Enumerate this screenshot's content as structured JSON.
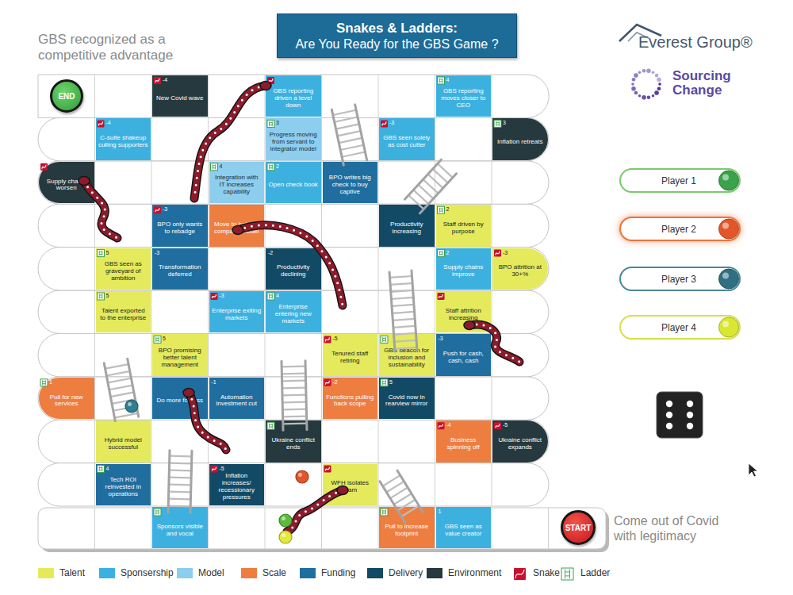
{
  "diagram": {
    "nodes": [
      {
        "text": [
          "Snakes & Ladders:",
          "Are You Ready for the GBS Game ?"
        ]
      },
      {
        "text": [
          "END"
        ]
      },
      {
        "text": [
          "-4",
          "New Covid wave"
        ]
      },
      {
        "text": [
          "GBS reporting driven a level down"
        ]
      },
      {
        "text": [
          "4",
          "GBS reporting moves closer to CEO"
        ]
      },
      {
        "text": [
          "-4",
          "C-suite shakeup culling supporters"
        ]
      },
      {
        "text": [
          "3",
          "Progress moving from servant to integrator model"
        ]
      },
      {
        "text": [
          "-3",
          "GBS seen solely as cost cutter"
        ]
      },
      {
        "text": [
          "3",
          "Inflation retreats"
        ]
      },
      {
        "text": [
          "Supply chains worsen"
        ]
      },
      {
        "text": [
          "4",
          "Integration with IT increases capability"
        ]
      },
      {
        "text": [
          "2",
          "Open check book"
        ]
      },
      {
        "text": [
          "BPO writes big check to buy captive"
        ]
      },
      {
        "text": [
          "-3",
          "BPO only wants to rebadge"
        ]
      },
      {
        "text": [
          "Move to holding company model"
        ]
      },
      {
        "text": [
          "Productivity increasing"
        ]
      },
      {
        "text": [
          "2",
          "Staff driven by purpose"
        ]
      },
      {
        "text": [
          "5",
          "GBS seen as graveyard of ambition"
        ]
      },
      {
        "text": [
          "-3",
          "Transformation deferred"
        ]
      },
      {
        "text": [
          "-2",
          "Productivity declining"
        ]
      },
      {
        "text": [
          "2",
          "Supply chains improve"
        ]
      },
      {
        "text": [
          "-3",
          "BPO attrition at 30+%"
        ]
      },
      {
        "text": [
          "5",
          "Talent exported to the enterprise"
        ]
      },
      {
        "text": [
          "-3",
          "Enterprise exiting markets"
        ]
      },
      {
        "text": [
          "4",
          "Enterprise entering new markets"
        ]
      },
      {
        "text": [
          "Staff attrition increasing"
        ]
      },
      {
        "text": [
          "5",
          "BPO promising better talent management"
        ]
      },
      {
        "text": [
          "-5",
          "Tenured staff retiring"
        ]
      },
      {
        "text": [
          "GBS beacon for inclusion and sustainability"
        ]
      },
      {
        "text": [
          "-3",
          "Push for cash, cash, cash"
        ]
      },
      {
        "text": [
          "1",
          "Pull for new services"
        ]
      },
      {
        "text": [
          "Do more for less"
        ]
      },
      {
        "text": [
          "-1",
          "Automation investment cut"
        ]
      },
      {
        "text": [
          "-2",
          "Functions pulling back scope"
        ]
      },
      {
        "text": [
          "5",
          "Covid now in rearview mirror"
        ]
      },
      {
        "text": [
          "Hybrid model successful"
        ]
      },
      {
        "text": [
          "Ukraine conflict ends"
        ]
      },
      {
        "text": [
          "-4",
          "Business spinning off"
        ]
      },
      {
        "text": [
          "-5",
          "Ukraine conflict expands"
        ]
      },
      {
        "text": [
          "4",
          "Tech ROI reinvested in operations"
        ]
      },
      {
        "text": [
          "-5",
          "Inflation increases/ recessionary pressures"
        ]
      },
      {
        "text": [
          "WFH isolates team"
        ]
      },
      {
        "text": [
          "Sponsors visible and vocal"
        ]
      },
      {
        "text": [
          "Pull to increase footprint"
        ]
      },
      {
        "text": [
          "1",
          "GBS seen as value creator"
        ]
      },
      {
        "text": [
          "START"
        ]
      },
      {
        "text": [
          "Player 1"
        ]
      },
      {
        "text": [
          "Player 2"
        ]
      },
      {
        "text": [
          "Player 3"
        ]
      },
      {
        "text": [
          "Player 4"
        ]
      }
    ],
    "labels": [
      "GBS recognized as a competitive advantage",
      "Everest Group®",
      "Sourcing Change",
      "Come out of Covid with legitimacy"
    ],
    "legend": [
      {
        "text": "Talent",
        "color": "#e4ea5c"
      },
      {
        "text": "Sponsership",
        "color": "#3cb1e0"
      },
      {
        "text": "Model",
        "color": "#8dcdee"
      },
      {
        "text": "Scale",
        "color": "#ee7e40"
      },
      {
        "text": "Funding",
        "color": "#1f6e9f"
      },
      {
        "text": "Delivery",
        "color": "#124a66"
      },
      {
        "text": "Environment",
        "color": "#26393e"
      },
      {
        "text": "Snake"
      },
      {
        "text": "Ladder"
      }
    ]
  }
}
